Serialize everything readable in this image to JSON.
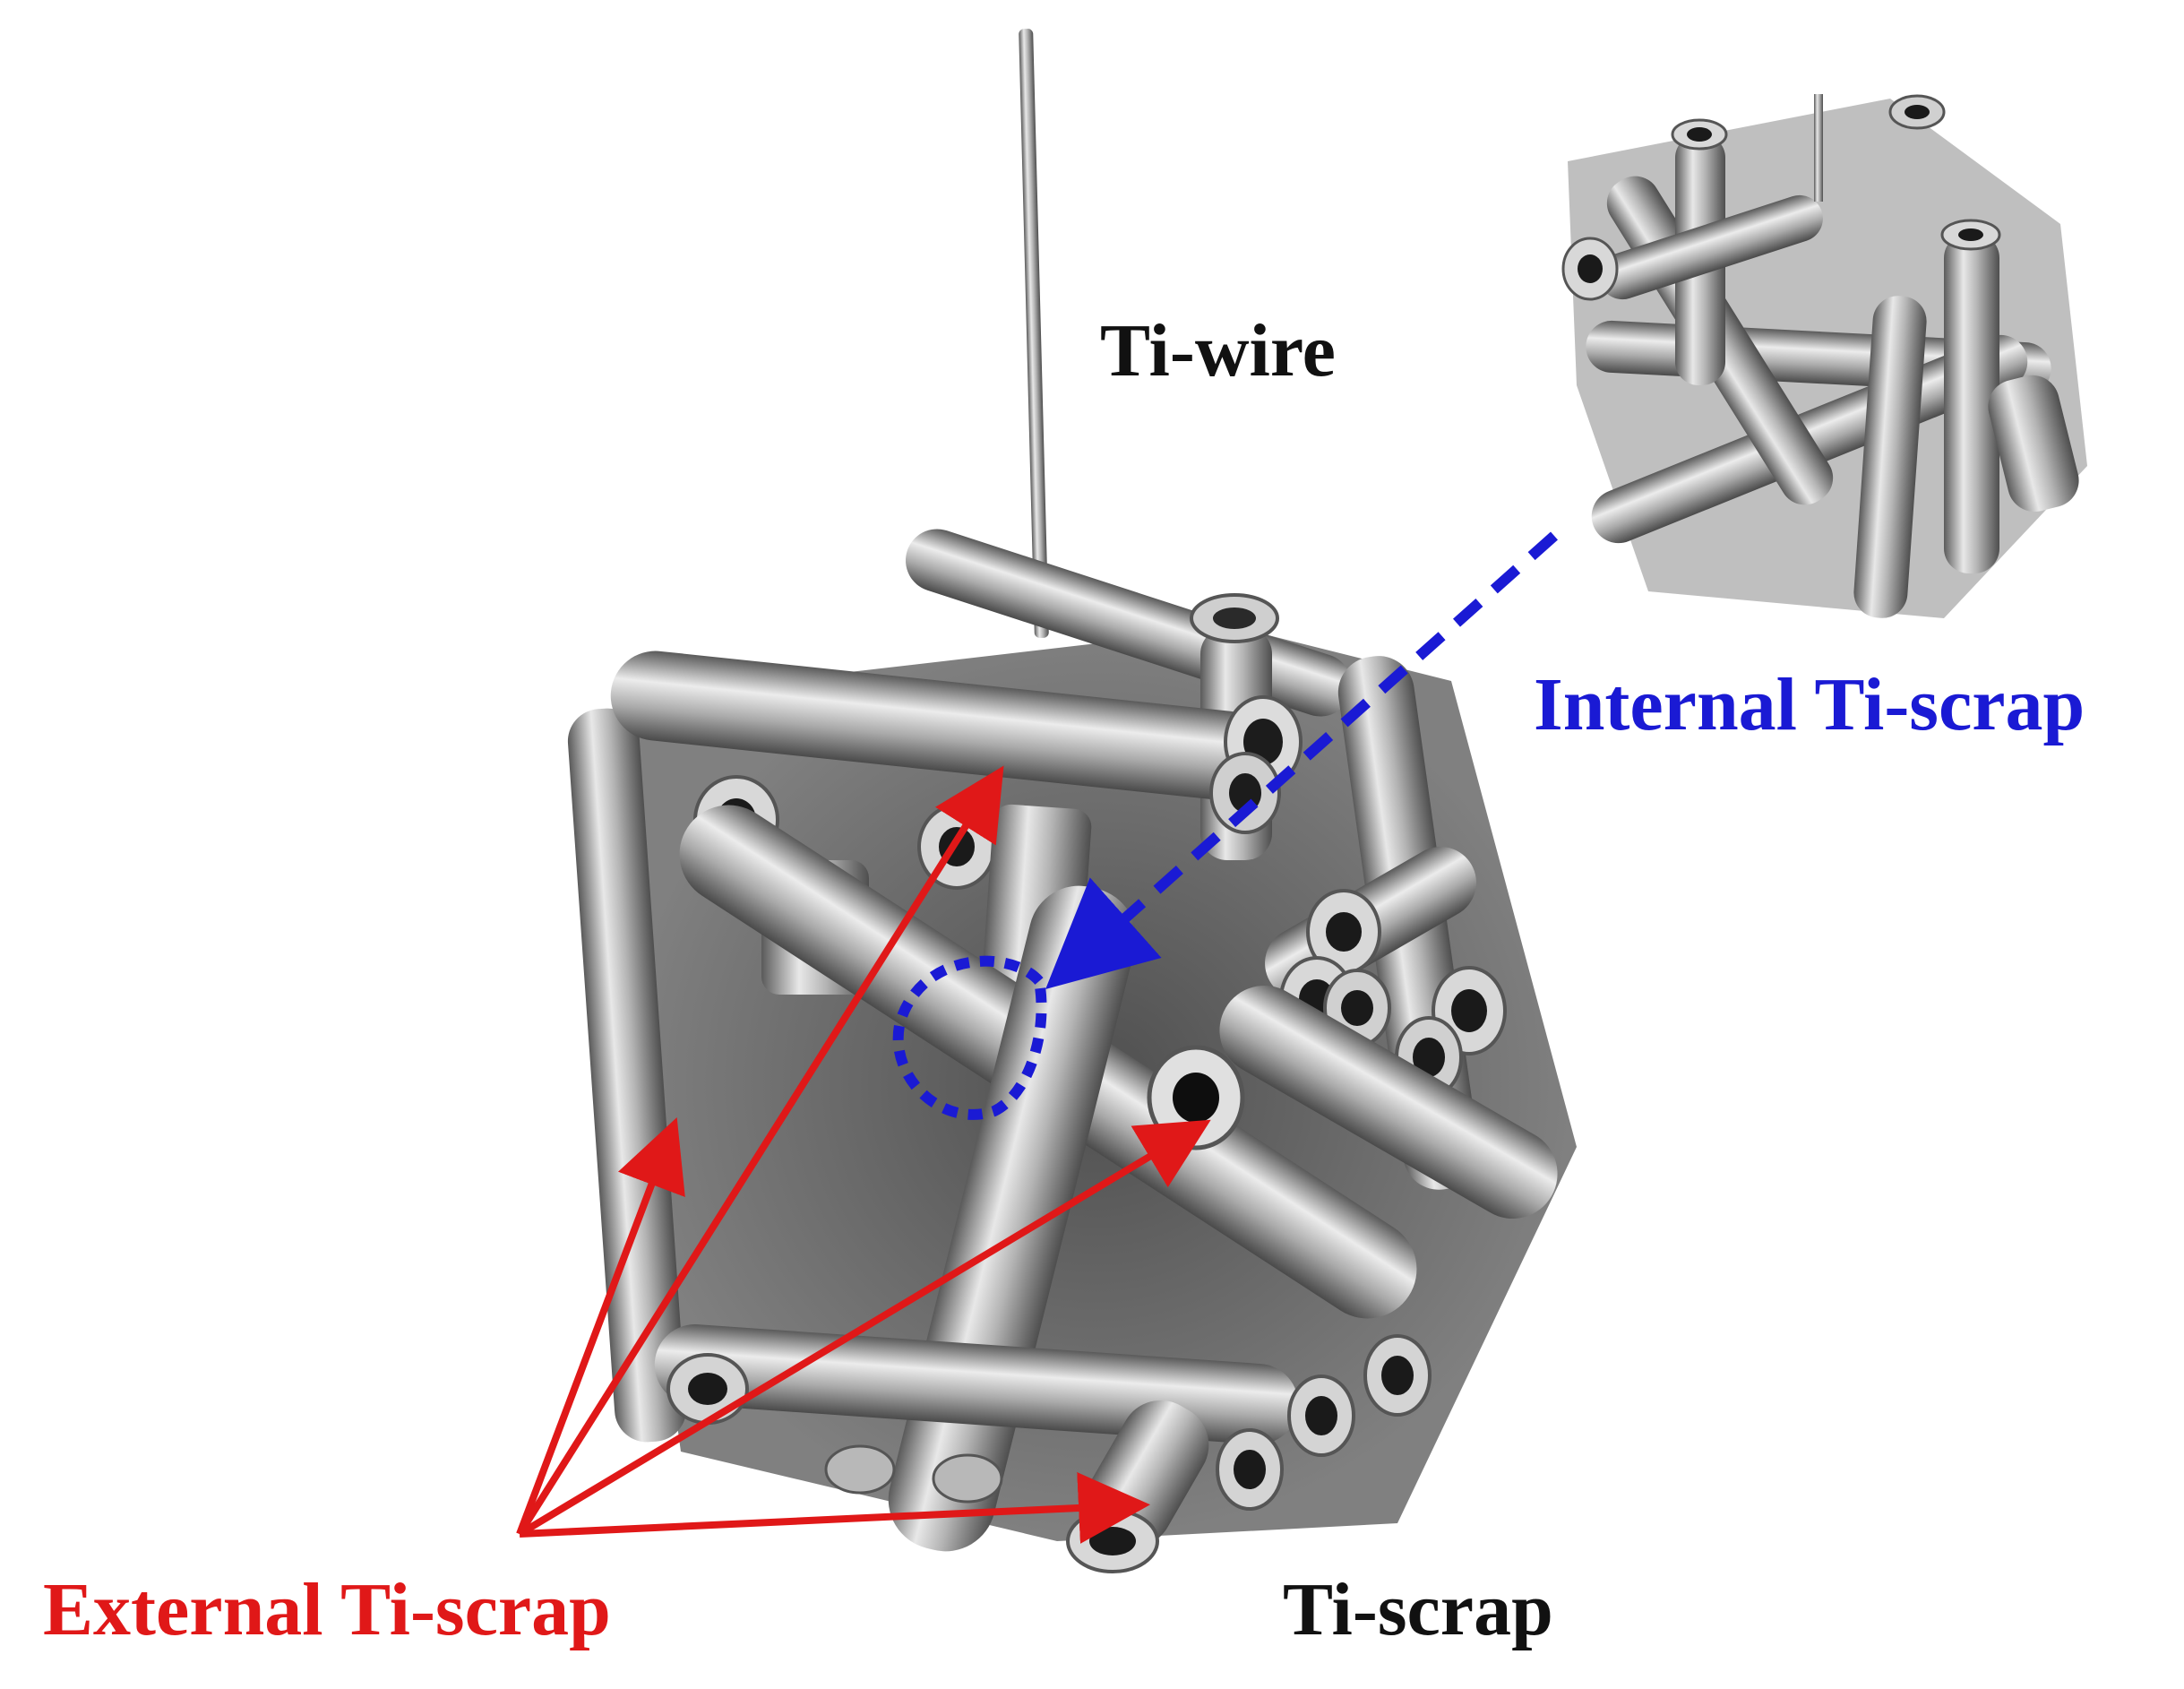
{
  "labels": {
    "ti_wire": "Ti-wire",
    "internal_scrap": "Internal Ti-scrap",
    "external_scrap": "External Ti-scrap",
    "ti_scrap": "Ti-scrap"
  },
  "colors": {
    "internal_accent": "#1a1ad4",
    "external_accent": "#e01818",
    "metal_light": "#dcdcdc",
    "metal_mid": "#9a9a9a",
    "metal_dark": "#4a4a4a"
  }
}
